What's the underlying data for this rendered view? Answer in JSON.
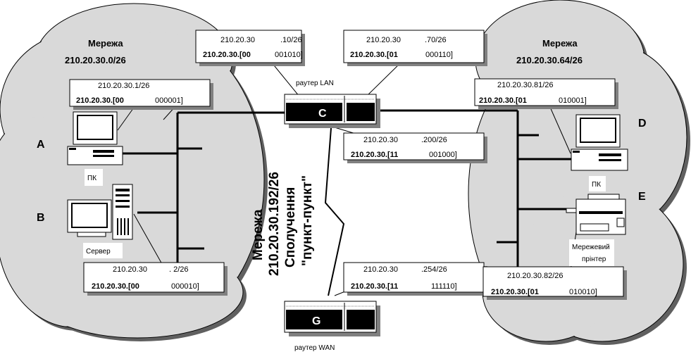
{
  "networks": {
    "left": {
      "title": "Мережа",
      "address": "210.20.30.0/26"
    },
    "right": {
      "title": "Мережа",
      "address": "210.20.30.64/26"
    },
    "wan": {
      "line1": "Мережа",
      "line2": "210.20.30.192/26",
      "line3": "Сполучення",
      "line4": "\"пункт-пункт\""
    }
  },
  "nodes": {
    "A": "A",
    "B": "B",
    "C": "C",
    "D": "D",
    "E": "E",
    "G": "G"
  },
  "devices": {
    "pc_left": "ПК",
    "server": "Сервер",
    "pc_right": "ПК",
    "printer_line1": "Мережевий",
    "printer_line2": "прінтер",
    "router_lan": "раутер LAN",
    "router_wan": "раутер WAN"
  },
  "address_boxes": {
    "top_left": {
      "dec_prefix": "210.20.30",
      "dec_suffix": ".10/26",
      "bin_prefix": "210.20.30.[00",
      "bin_suffix": "001010]"
    },
    "top_right": {
      "dec_prefix": "210.20.30",
      "dec_suffix": ".70/26",
      "bin_prefix": "210.20.30.[01",
      "bin_suffix": "000110]"
    },
    "pc_a": {
      "dec": "210.20.30.1/26",
      "bin_prefix": "210.20.30.[00",
      "bin_suffix": "000001]"
    },
    "router_c": {
      "dec_prefix": "210.20.30",
      "dec_suffix": ".200/26",
      "bin_prefix": "210.20.30.[11",
      "bin_suffix": "001000]"
    },
    "pc_d": {
      "dec": "210.20.30.81/26",
      "bin_prefix": "210.20.30.[01",
      "bin_suffix": "010001]"
    },
    "server_b": {
      "dec_prefix": "210.20.30",
      "dec_suffix": ". 2/26",
      "bin_prefix": "210.20.30.[00",
      "bin_suffix": "000010]"
    },
    "router_g": {
      "dec_prefix": "210.20.30",
      "dec_suffix": ".254/26",
      "bin_prefix": "210.20.30.[11",
      "bin_suffix": "111110]"
    },
    "printer_e": {
      "dec": "210.20.30.82/26",
      "bin_prefix": "210.20.30.[01",
      "bin_suffix": "010010]"
    }
  }
}
